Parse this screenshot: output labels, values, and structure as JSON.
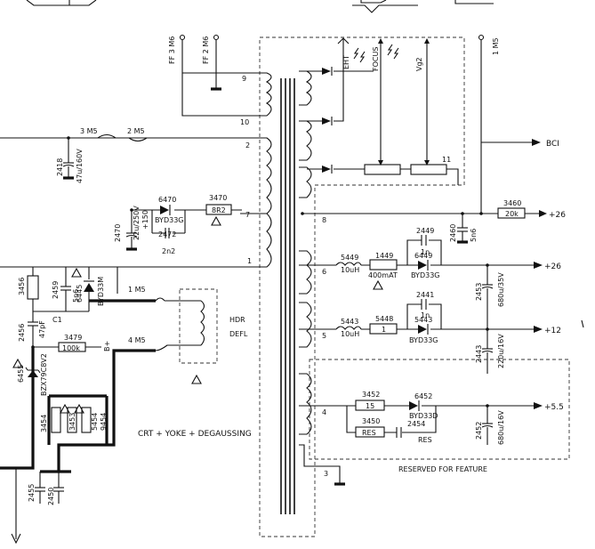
{
  "title_boxes": [],
  "connector_labels": {
    "ff3": "FF 3 M6",
    "ff2": "FF 2 M6",
    "m5_1": "1 M5",
    "m5_3": "3 M5",
    "m5_2": "2 M5",
    "m5_hdr1": "1 M5",
    "m5_hdr4": "4 M5"
  },
  "transformer_pins": [
    "9",
    "10",
    "2",
    "7",
    "8",
    "1",
    "6",
    "5",
    "4",
    "3",
    "11"
  ],
  "hv_labels": {
    "eht": "EHT",
    "focus": "FOCUS",
    "vg2": "Vg2"
  },
  "outputs": {
    "bci": "BCI",
    "p26a": "+26",
    "p26b": "+26",
    "p12": "+12",
    "p55": "+5.5"
  },
  "components": {
    "c2418": "2418",
    "c2418v": "47u/160V",
    "d6470": "6470",
    "d6470t": "BYD33G",
    "r3470": "3470",
    "r3470v": "8R2",
    "c2470": "2470",
    "c2470v": "22u/250V",
    "c2470t": "+150",
    "c2472": "2472",
    "c2472v": "2n2",
    "r3460": "3460",
    "r3460v": "20k",
    "c2460": "2460",
    "c2460v": "5n6",
    "l5449": "5449",
    "l5449v": "10uH",
    "f1449": "1449",
    "f1449v": "400mAT",
    "c2449": "2449",
    "c2449v": "1n",
    "d6449": "6449",
    "d6449t": "BYD33G",
    "c2453": "2453",
    "c2453v": "680u/35V",
    "l5443": "5443",
    "l5443v": "10uH",
    "r3448": "5448",
    "r3448v": "1",
    "c2441": "2441",
    "c2441v": "1n",
    "d6443": "5443",
    "d6443t": "BYD33G",
    "c2443": "2443",
    "c2443v": "220u/16V",
    "r3452": "3452",
    "r3452v": "15",
    "d6452": "6452",
    "d6452t": "BYD33D",
    "r3450": "3450",
    "r3450v": "RES",
    "c2454": "2454",
    "c2454v": "RES",
    "c2452": "2452",
    "c2452v": "680u/16V",
    "r3456": "3456",
    "c2459": "2459",
    "c2459v": "5n6",
    "d6445": "6445",
    "d6445t": "BYD33M",
    "c1": "C1",
    "c2456": "2456",
    "c2456v": "47pF",
    "r3479": "3479",
    "r3479v": "100k",
    "z6455": "6455",
    "z6455t": "BZX79C8V2",
    "r3454": "3454",
    "r3453": "3453",
    "l5454": "5454",
    "l9454": "9454",
    "c2455": "2455",
    "c2450": "2450"
  },
  "text_labels": {
    "hdr": "HDR",
    "defl": "DEFL",
    "crt": "CRT + YOKE + DEGAUSSING",
    "reserved": "RESERVED FOR FEATURE",
    "pin6": "6",
    "pin5": "5",
    "pin4": "4",
    "pin3": "3",
    "pin1": "1",
    "pin8": "8",
    "pin7": "7",
    "pin2": "2",
    "pin9": "9",
    "pin10": "10",
    "pin11": "11",
    "bplus": "B+"
  }
}
